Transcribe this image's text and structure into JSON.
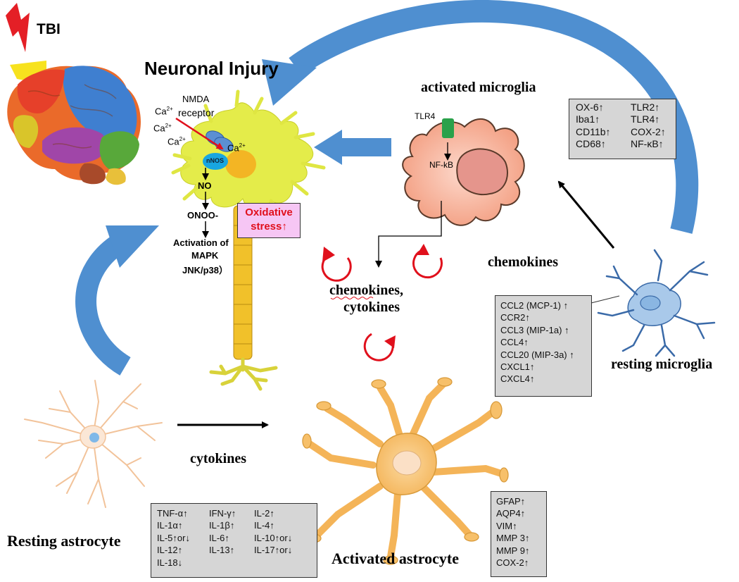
{
  "tbi_label": "TBI",
  "neuronal_injury": "Neuronal Injury",
  "nmda_line1": "NMDA",
  "nmda_line2": "receptor",
  "ca_outside": [
    "Ca",
    "Ca",
    "Ca"
  ],
  "ca_inside": "Ca",
  "ca_charge": "2+",
  "nnos": "nNOS",
  "pathway": {
    "no": "NO",
    "onoo": "ONOO-",
    "activation1": "Activation of",
    "activation2": "MAPK",
    "activation3": "JNK/p38）"
  },
  "oxidative": {
    "line1": "Oxidative",
    "line2": "stress↑"
  },
  "activated_microglia": "activated microglia",
  "tlr4": "TLR4",
  "nfkb": "NF-kB",
  "microglia_markers": [
    "OX-6↑",
    "TLR2↑",
    "Iba1↑",
    "TLR4↑",
    "CD11b↑",
    "COX-2↑",
    "CD68↑",
    "NF-κB↑"
  ],
  "chemokines_right": "chemokines",
  "chemokines_cytokines": {
    "line1": "chemokines,",
    "line2": "cytokines"
  },
  "chemokine_list": [
    "CCL2 (MCP-1) ↑",
    "CCR2↑",
    "CCL3 (MIP-1a) ↑",
    "CCL4↑",
    "CCL20 (MIP-3a) ↑",
    "CXCL1↑",
    "CXCL4↑"
  ],
  "resting_microglia": "resting microglia",
  "cytokines_label": "cytokines",
  "resting_astrocyte": "Resting astrocyte",
  "activated_astrocyte": "Activated astrocyte",
  "cytokine_list": [
    [
      "TNF-α↑",
      "IFN-γ↑",
      "IL-2↑"
    ],
    [
      "IL-1α↑",
      "IL-1β↑",
      "IL-4↑"
    ],
    [
      "IL-5↑or↓",
      "IL-6↑",
      "IL-10↑or↓"
    ],
    [
      "IL-12↑",
      "IL-13↑",
      "IL-17↑or↓"
    ],
    [
      "IL-18↓",
      "",
      ""
    ]
  ],
  "astrocyte_markers": [
    "GFAP↑",
    "AQP4↑",
    "VIM↑",
    "MMP 3↑",
    "MMP 9↑",
    "COX-2↑"
  ],
  "colors": {
    "blue_arrow": "#4f8fd0",
    "neuron": "#e4ec4a",
    "microglia": "#f7b49a",
    "astrocyte": "#f7c06a",
    "red": "#e0101c"
  }
}
